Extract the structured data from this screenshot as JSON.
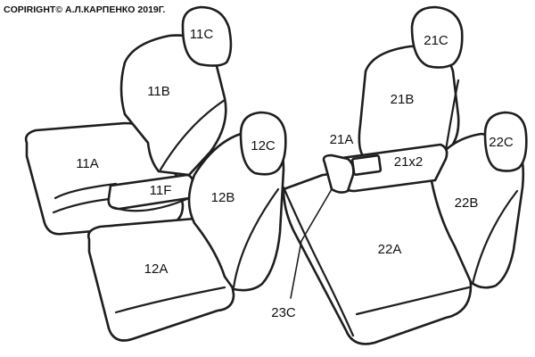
{
  "copyright": "COPIRIGHT© А.Л.КАРПЕНКО 2019Г.",
  "labels": {
    "l_11c": "11C",
    "l_11b": "11B",
    "l_11a": "11A",
    "l_11f": "11F",
    "l_12c": "12C",
    "l_12b": "12B",
    "l_12a": "12A",
    "l_21c": "21C",
    "l_21b": "21B",
    "l_21a": "21A",
    "l_21x2": "21x2",
    "l_22c": "22C",
    "l_22b": "22B",
    "l_22a": "22A",
    "l_23c": "23C"
  }
}
